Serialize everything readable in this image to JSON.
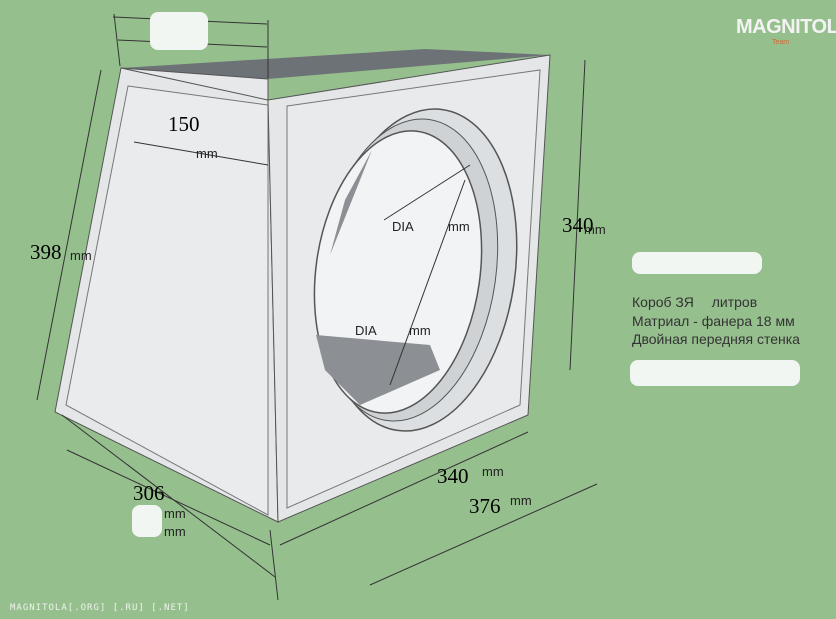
{
  "logo": {
    "text": "MAGNITOLA",
    "subtext": "Team"
  },
  "dimensions": {
    "top_width": "150",
    "height_left": "398",
    "height_right": "340",
    "bottom_depth": "306",
    "front_width": "340",
    "total_width": "376"
  },
  "labels": {
    "mm": "mm",
    "dia_outer": "DIA",
    "dia_outer_unit": "mm",
    "dia_inner": "DIA",
    "dia_inner_unit": "mm"
  },
  "notes": {
    "line1": "Короб ЗЯ",
    "line1_suffix": "литров",
    "line2": "Матриал - фанера 18 мм",
    "line3": "Двойная передняя стенка"
  },
  "footer": "MAGNITOLA[.ORG] [.RU] [.NET]",
  "colors": {
    "background": "#96bf8e",
    "panel": "#e4e6e8",
    "top": "#6d7276",
    "cone": "#8c8f93"
  }
}
